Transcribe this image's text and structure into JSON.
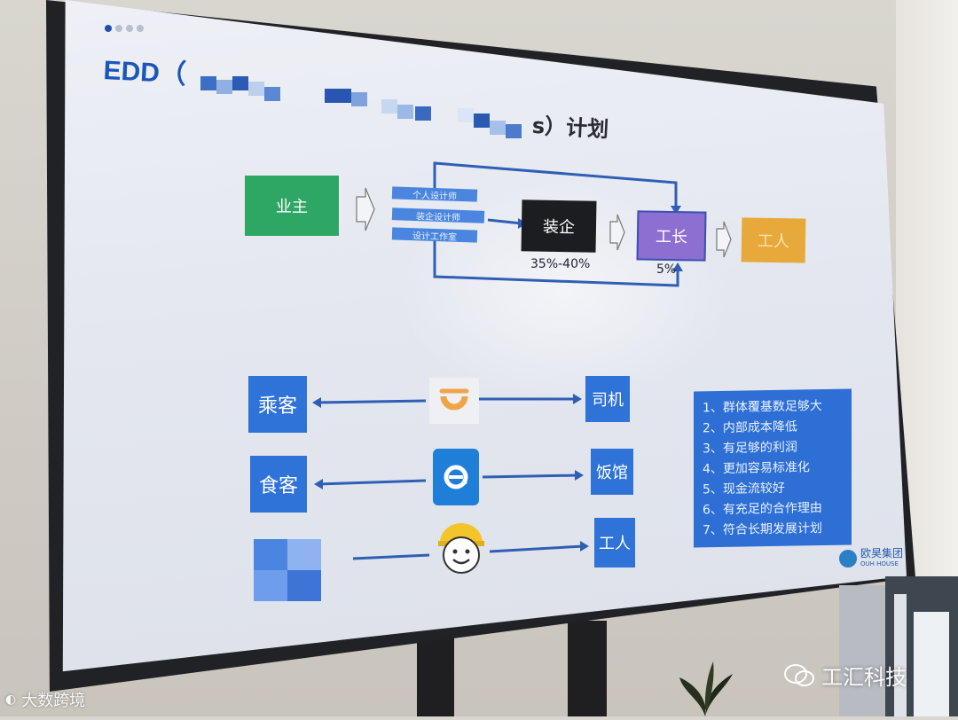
{
  "slide": {
    "title_prefix": "EDD（",
    "title_suffix": "s）计划",
    "top_flow": {
      "owner": "业主",
      "designer_chips": [
        "个人设计师",
        "装企设计师",
        "设计工作室"
      ],
      "decoration_company": "装企",
      "decoration_share": "35%-40%",
      "foreman": "工长",
      "foreman_share": "5%",
      "worker": "工人"
    },
    "platforms": [
      {
        "left": "乘客",
        "right": "司机",
        "icon": "didi-logo-icon"
      },
      {
        "left": "食客",
        "right": "饭馆",
        "icon": "eleme-logo-icon"
      },
      {
        "left": "",
        "right": "工人",
        "icon": "smiling-worker-helmet-icon"
      }
    ],
    "advantages": [
      "1、群体覆基数足够大",
      "2、内部成本降低",
      "3、有足够的利润",
      "4、更加容易标准化",
      "5、现金流较好",
      "6、有充足的合作理由",
      "7、符合长期发展计划"
    ],
    "logo_text": "欧昊集团",
    "logo_subtext": "OUH HOUSE"
  },
  "watermarks": {
    "left": "大数跨境",
    "right": "工汇科技"
  },
  "colors": {
    "title_blue": "#1b57b8",
    "box_green": "#2fa764",
    "box_purple": "#8c6fd0",
    "box_yellow": "#e7a93a",
    "box_blue": "#2f72d8",
    "arrow_blue": "#2e5fb5"
  }
}
